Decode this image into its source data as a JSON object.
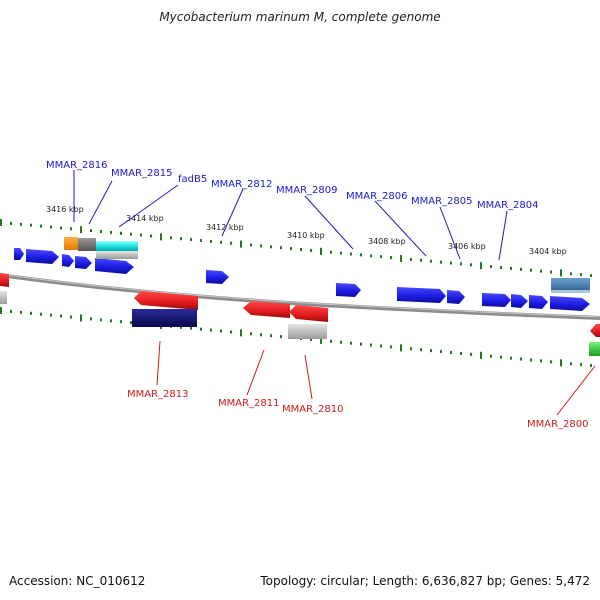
{
  "title": "Mycobacterium marinum M, complete genome",
  "footer": {
    "accession": "Accession: NC_010612",
    "summary": "Topology: circular; Length: 6,636,827 bp; Genes: 5,472"
  },
  "colors": {
    "forward_label": "#1a1acc",
    "reverse_label": "#cc1a1a",
    "tick": "#1f7a1f",
    "backbone": "#8c8c8c",
    "gene_blue": "#1a1ae0",
    "gene_red": "#e01a1a"
  },
  "scale_labels": [
    "3416 kbp",
    "3414 kbp",
    "3412 kbp",
    "3410 kbp",
    "3408 kbp",
    "3406 kbp",
    "3404 kbp"
  ],
  "genes_top": [
    "MMAR_2816",
    "MMAR_2815",
    "fadB5",
    "MMAR_2812",
    "MMAR_2809",
    "MMAR_2806",
    "MMAR_2805",
    "MMAR_2804"
  ],
  "genes_bottom": [
    "MMAR_2813",
    "MMAR_2811",
    "MMAR_2810",
    "MMAR_2800"
  ]
}
